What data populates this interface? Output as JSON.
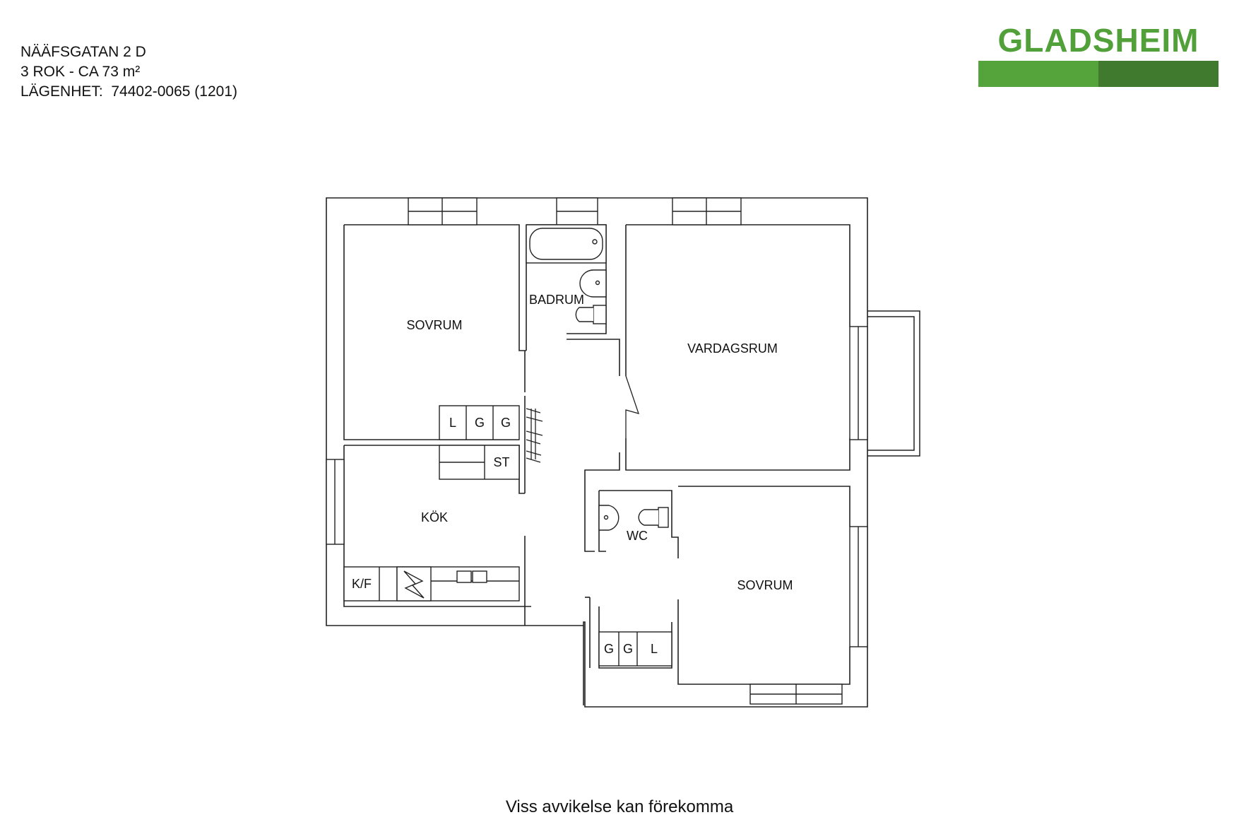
{
  "header": {
    "address": "NÄÄFSGATAN 2 D",
    "size": "3 ROK - CA 73 m²",
    "apartment": "LÄGENHET:  74402-0065 (1201)"
  },
  "logo": {
    "text": "GLADSHEIM",
    "color_light": "#55a33b",
    "color_dark": "#3f7a2f"
  },
  "rooms": {
    "sovrum_1": "SOVRUM",
    "badrum": "BADRUM",
    "vardagsrum": "VARDAGSRUM",
    "kok": "KÖK",
    "wc": "WC",
    "sovrum_2": "SOVRUM"
  },
  "fixtures": {
    "closet_1": [
      "L",
      "G",
      "G"
    ],
    "storage": "ST",
    "fridge_freezer": "K/F",
    "closet_2": [
      "G",
      "G",
      "L"
    ]
  },
  "footer": "Viss avvikelse kan förekomma"
}
